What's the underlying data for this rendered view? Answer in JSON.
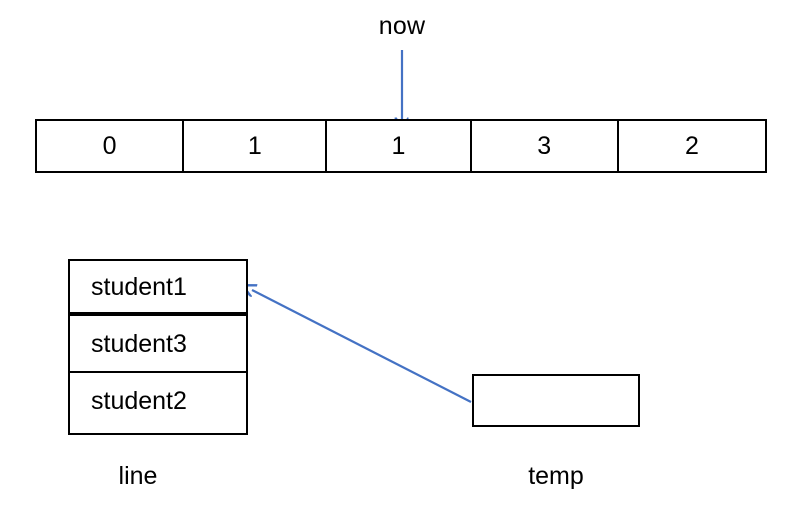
{
  "diagram": {
    "title_label": "now",
    "array": {
      "name": "array-cells",
      "cells": [
        {
          "value": "0"
        },
        {
          "value": "1"
        },
        {
          "value": "1"
        },
        {
          "value": "3"
        },
        {
          "value": "2"
        }
      ],
      "pointer": {
        "label": "now",
        "points_to_index": 2
      }
    },
    "list": {
      "caption": "line",
      "rows": [
        {
          "value": "student1"
        },
        {
          "value": "student3"
        },
        {
          "value": "student2"
        }
      ]
    },
    "temp": {
      "caption": "temp",
      "value": ""
    },
    "arrows": [
      {
        "name": "now-pointer-arrow",
        "from": "now-label",
        "to": "array-cell-2",
        "color": "#4472C4",
        "direction": "down"
      },
      {
        "name": "temp-to-student1-arrow",
        "from": "temp-box",
        "to": "list-row-student1",
        "color": "#4472C4",
        "direction": "up-left"
      }
    ],
    "colors": {
      "arrow": "#4472C4",
      "outline": "#000000",
      "background": "#FFFFFF",
      "text": "#000000"
    }
  }
}
